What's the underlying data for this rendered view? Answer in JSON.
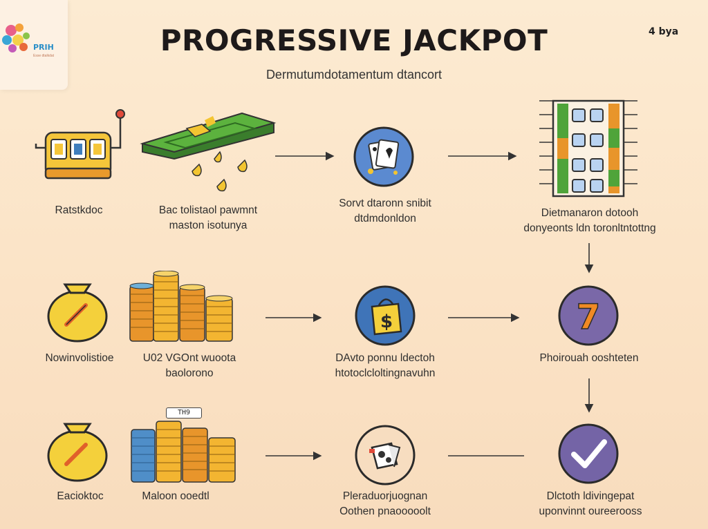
{
  "title": "PROGRESSIVE JACKPOT",
  "subtitle": "Dermutumdotamentum dtancort",
  "corner_label": "4 bya",
  "logo": {
    "text": "PRIH",
    "sub": "Esse dtalkdat"
  },
  "row1": {
    "label": "Ratstkdoc",
    "step1": {
      "line1": "Bac tolistaol pawmnt",
      "line2": "maston isotunya"
    },
    "step2": {
      "line1": "Sorvt dtaronn snibit",
      "line2": "dtdmdonldon"
    },
    "step3": {
      "line1": "Dietmanaron dotooh",
      "line2": "donyeonts ldn toronltntottng"
    }
  },
  "row2": {
    "label": "Nowinvolistioe",
    "step1": {
      "line1": "U02 VGOnt wuoota",
      "line2": "baolorono"
    },
    "step2": {
      "line1": "DAvto ponnu ldectoh",
      "line2": "htotoclcloltingnavuhn"
    },
    "step3": {
      "line1": "Phoirouah ooshteten"
    }
  },
  "row3": {
    "label": "Eacioktoc",
    "step1": {
      "line1": "Maloon ooedtl"
    },
    "coin_tag": "TH9",
    "step2": {
      "line1": "Pleraduorjuognan",
      "line2": "Oothen pnaooooolt"
    },
    "step3": {
      "line1": "Dlctoth ldivingepat",
      "line2": "uponvinnt oureerooss"
    }
  },
  "icons": {
    "slot_machine": "slot-machine-icon",
    "table": "card-table-icon",
    "cards": "playing-cards-icon",
    "reels": "reel-strip-icon",
    "money_bag": "money-bag-icon",
    "coins": "coin-stacks-icon",
    "dollar": "dollar-bag-icon",
    "seven": "lucky-seven-icon",
    "token": "token-card-icon",
    "check": "checkmark-icon"
  },
  "seven_text": "7",
  "dollar_text": "$",
  "colors": {
    "background": "#fbe3c6",
    "gold": "#f3c531",
    "orange": "#e8952b",
    "blue": "#3f7ebd",
    "purple": "#7a68a8",
    "green": "#4fa43a",
    "dark": "#2b2b2b"
  }
}
